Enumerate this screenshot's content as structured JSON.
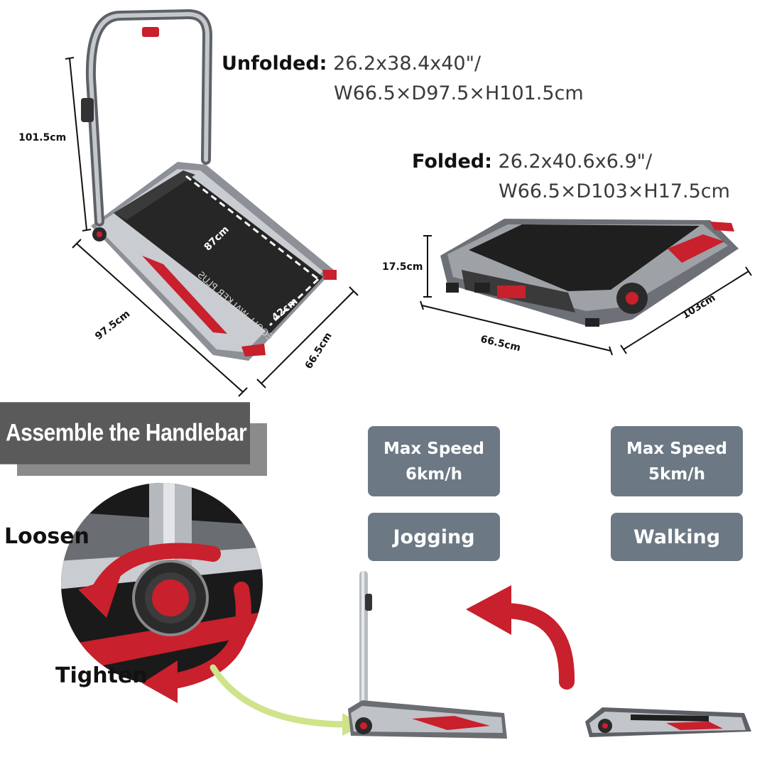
{
  "specs": {
    "unfolded_label": "Unfolded:",
    "unfolded_in": "26.2x38.4x40\"/",
    "unfolded_cm": "W66.5×D97.5×H101.5cm",
    "folded_label": "Folded:",
    "folded_in": "26.2x40.6x6.9\"/",
    "folded_cm": "W66.5×D103×H17.5cm"
  },
  "unfolded_dims": {
    "height": "101.5cm",
    "belt_length": "87cm",
    "belt_width": "42cm",
    "depth": "97.5cm",
    "width": "66.5cm"
  },
  "deck_text": "EGOLL WALKER PLUS",
  "folded_dims": {
    "height": "17.5cm",
    "width": "66.5cm",
    "depth": "103cm"
  },
  "assemble": {
    "title": "Assemble the Handlebar",
    "loosen": "Loosen",
    "tighten": "Tighten"
  },
  "modes": [
    {
      "line1": "Max Speed",
      "line2": "6km/h",
      "mode": "Jogging"
    },
    {
      "line1": "Max Speed",
      "line2": "5km/h",
      "mode": "Walking"
    }
  ],
  "colors": {
    "accent_red": "#c8202c",
    "box_gray": "#6c7884",
    "arrow_green": "#cfe38a"
  }
}
